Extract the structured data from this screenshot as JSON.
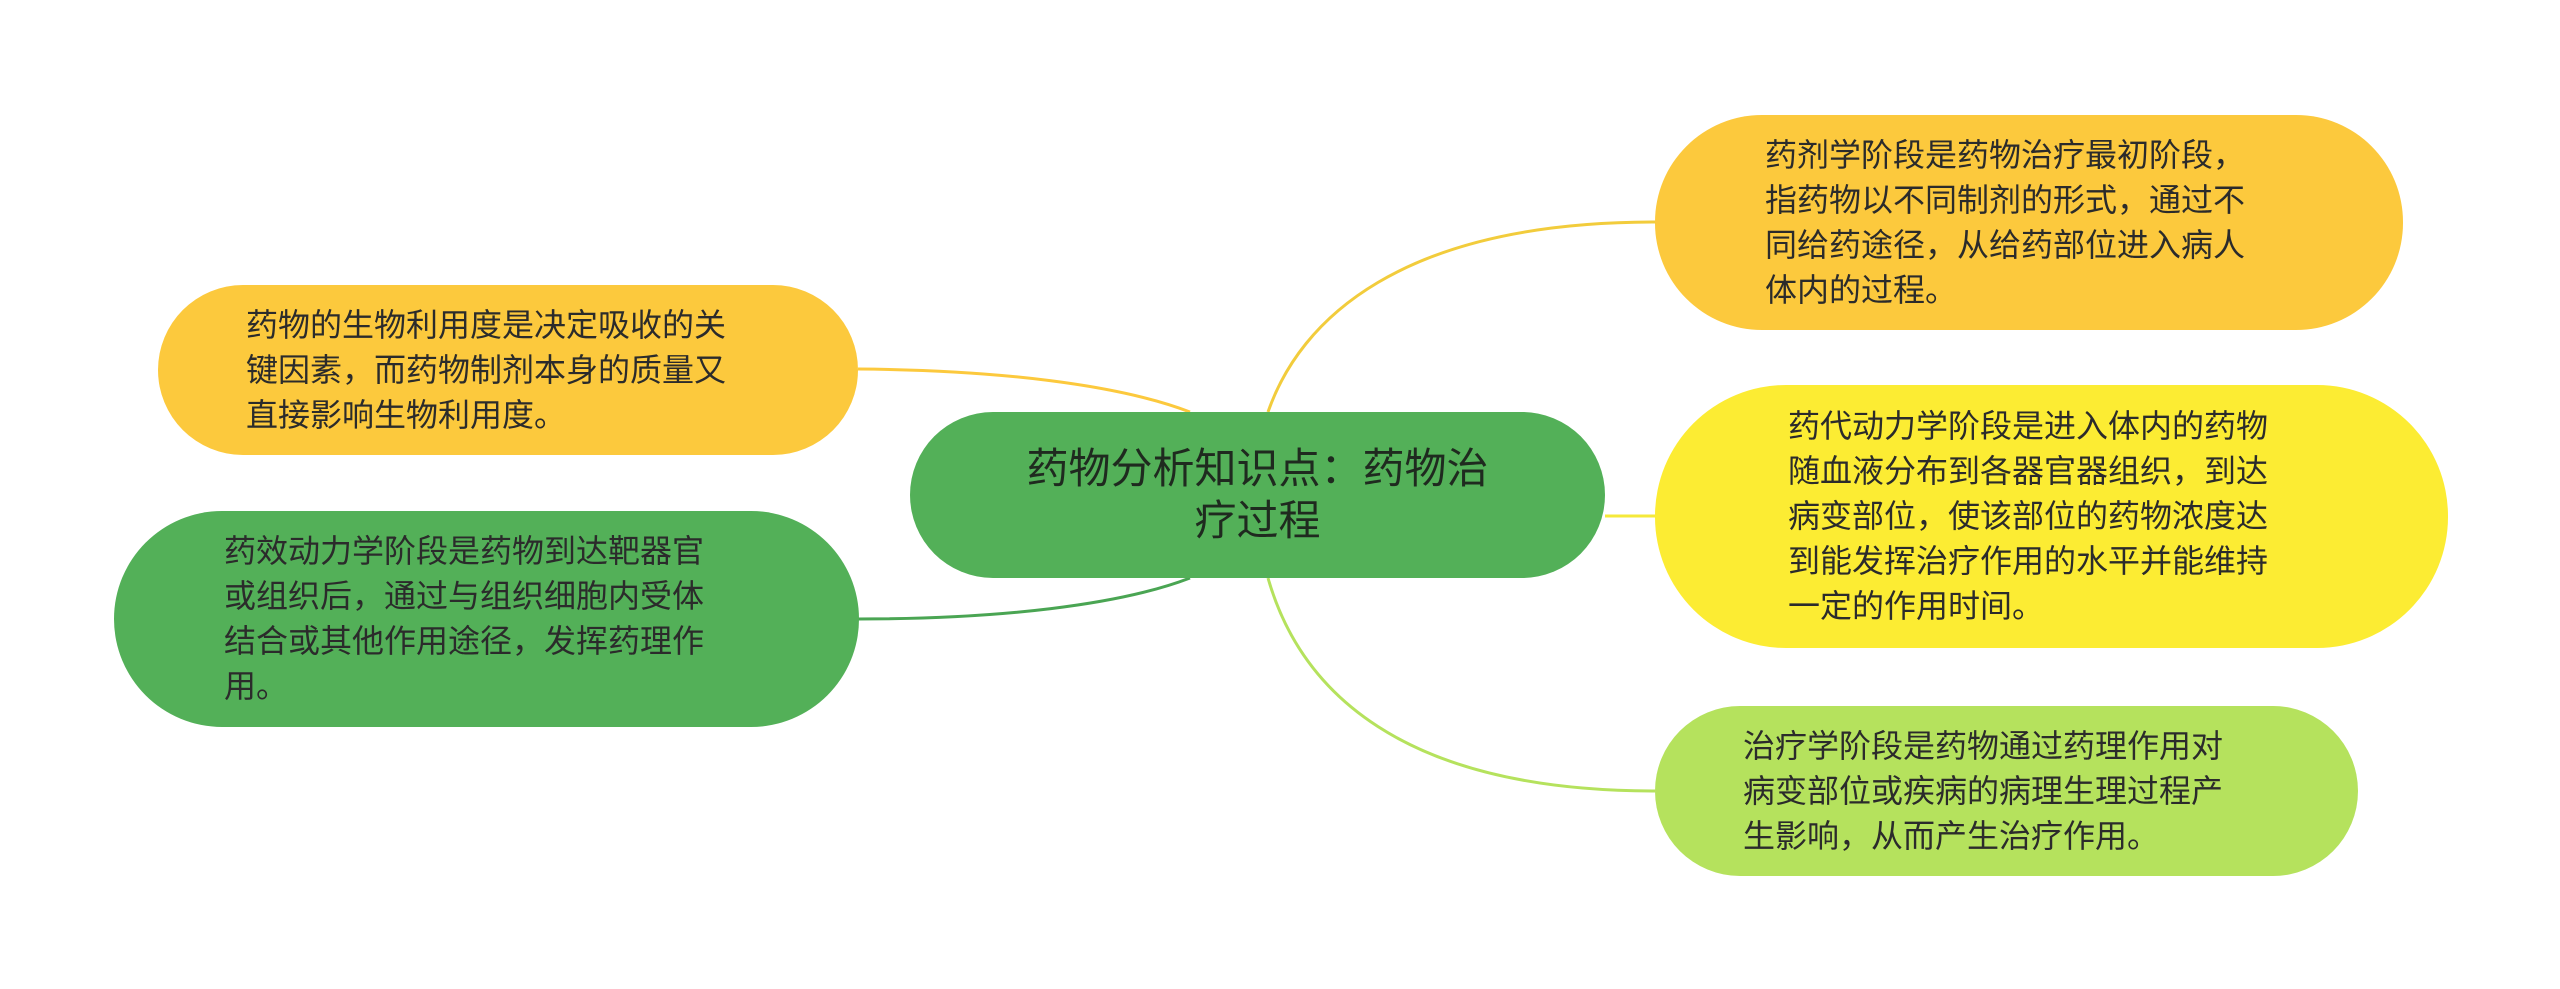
{
  "center": {
    "label": "药物分析知识点：药物治\n疗过程",
    "color": "#53b058"
  },
  "left": [
    {
      "label": "药物的生物利用度是决定吸收的关\n键因素，而药物制剂本身的质量又\n直接影响生物利用度。",
      "color": "#fcc93d",
      "link_color": "#fcc93d"
    },
    {
      "label": "药效动力学阶段是药物到达靶器官\n或组织后，通过与组织细胞内受体\n结合或其他作用途径，发挥药理作\n用。",
      "color": "#53b058",
      "link_color": "#4aa553"
    }
  ],
  "right": [
    {
      "label": "药剂学阶段是药物治疗最初阶段，\n指药物以不同制剂的形式，通过不\n同给药途径，从给药部位进入病人\n体内的过程。",
      "color": "#fcc93d",
      "link_color": "#f2cc3c"
    },
    {
      "label": "药代动力学阶段是进入体内的药物\n随血液分布到各器官器组织，到达\n病变部位，使该部位的药物浓度达\n到能发挥治疗作用的水平并能维持\n一定的作用时间。",
      "color": "#fcec33",
      "link_color": "#f5e93a"
    },
    {
      "label": "治疗学阶段是药物通过药理作用对\n病变部位或疾病的病理生理过程产\n生影响，从而产生治疗作用。",
      "color": "#b5e25d",
      "link_color": "#b5e25d"
    }
  ]
}
